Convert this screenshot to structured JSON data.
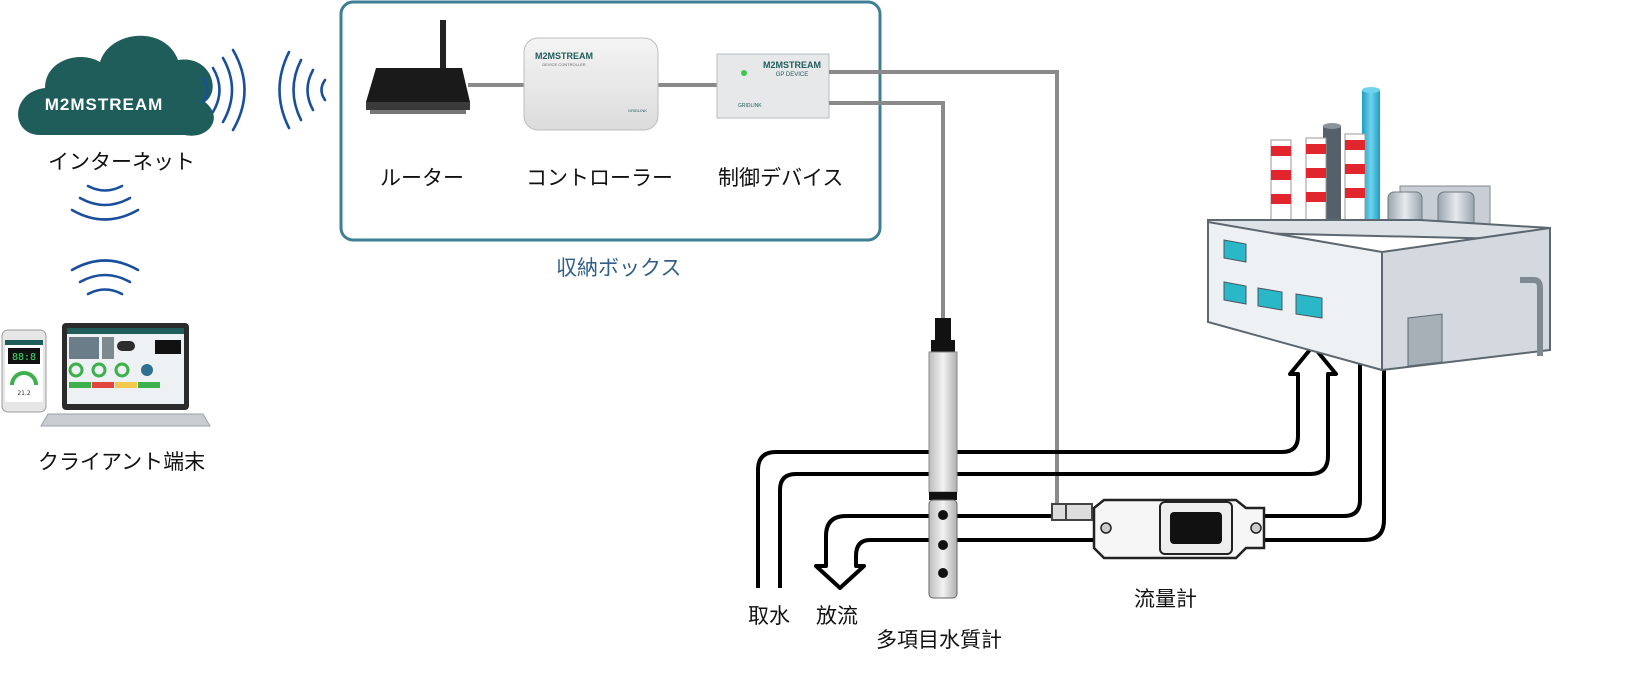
{
  "cloud": {
    "brand": "M2MSTREAM",
    "label": "インターネット"
  },
  "client": {
    "label": "クライアント端末",
    "phone_reading": "21.2"
  },
  "box": {
    "label": "収納ボックス",
    "router_label": "ルーター",
    "controller_label": "コントローラー",
    "controller_brand": "M2MSTREAM",
    "controller_sub": "DEVICE CONTROLLER",
    "controller_maker": "GRIDLINK",
    "device_label": "制御デバイス",
    "device_brand": "M2MSTREAM",
    "device_sub": "GP DEVICE",
    "device_maker": "GRIDLINK"
  },
  "sensors": {
    "intake_label": "取水",
    "discharge_label": "放流",
    "water_quality_label": "多項目水質計",
    "flowmeter_label": "流量計"
  },
  "colors": {
    "cloud": "#1f5d5b",
    "box_border": "#3f7f96",
    "wave": "#1a4f9c",
    "cable": "#8a8a8a",
    "window": "#2ab7c7",
    "stack_red": "#e1262d"
  }
}
